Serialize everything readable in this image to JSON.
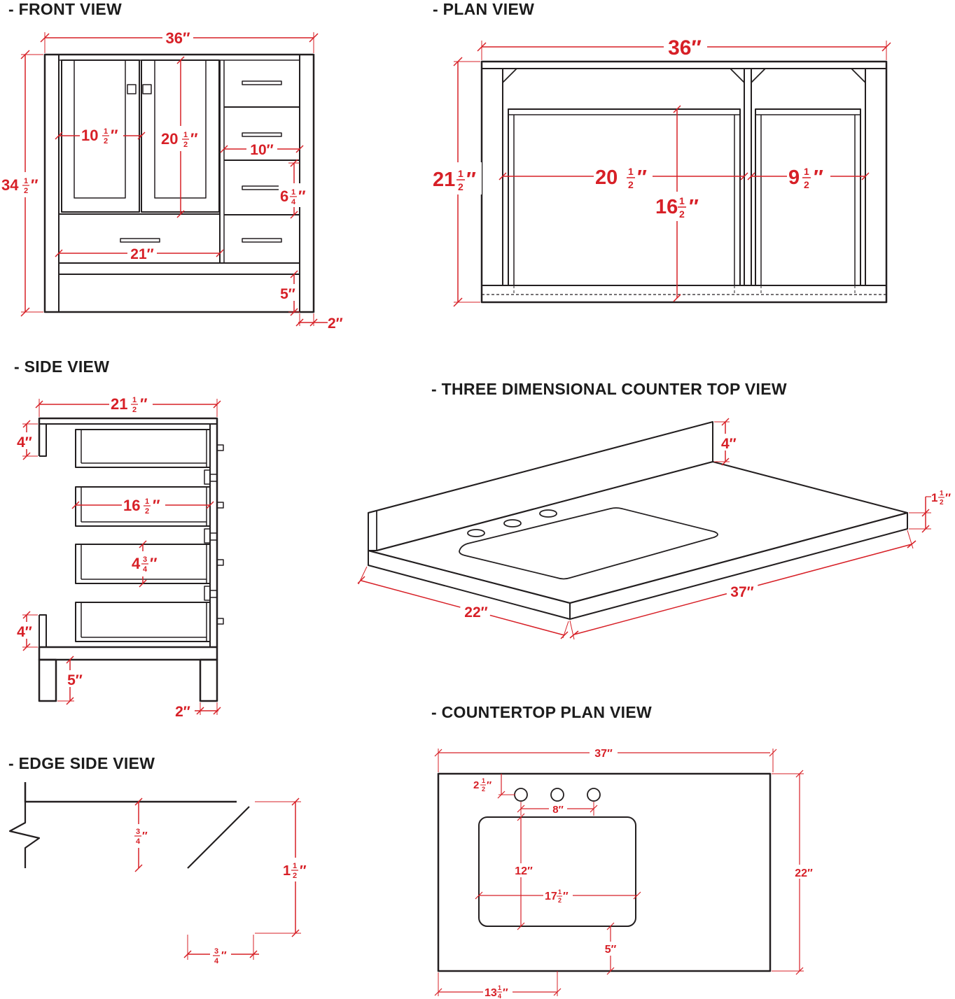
{
  "headings": {
    "front": "- FRONT VIEW",
    "plan": "- PLAN VIEW",
    "side": "- SIDE VIEW",
    "threed": "- THREE DIMENSIONAL COUNTER TOP VIEW",
    "ctplan": "- COUNTERTOP PLAN VIEW",
    "edge": "- EDGE SIDE VIEW"
  },
  "front": {
    "width": "36″",
    "height_w": "34",
    "height_f": "1",
    "height_d": "2",
    "door_w": "10",
    "door_w_f": "1",
    "door_w_d": "2",
    "door_h": "20",
    "door_h_f": "1",
    "door_h_d": "2",
    "drawer_w": "10″",
    "drawer_h": "6",
    "drawer_h_f": "1",
    "drawer_h_d": "4",
    "bottom_drawer_w": "21″",
    "leg_h": "5″",
    "leg_w": "2″"
  },
  "plan": {
    "width": "36″",
    "depth_w": "21",
    "depth_f": "1",
    "depth_d": "2",
    "left_w": "20",
    "left_f": "1",
    "left_d": "2",
    "inner_d": "16",
    "inner_f": "1",
    "inner_dd": "2",
    "right_w": "9",
    "right_f": "1",
    "right_d": "2"
  },
  "side": {
    "depth_w": "21",
    "depth_f": "1",
    "depth_d": "2",
    "top_rail": "4″",
    "drawer_depth_w": "16",
    "drawer_depth_f": "1",
    "drawer_depth_d": "2",
    "drawer_h_w": "4",
    "drawer_h_f": "3",
    "drawer_h_d": "4",
    "bottom_rail": "4″",
    "leg_h": "5″",
    "leg_w": "2″"
  },
  "threed": {
    "backsplash": "4″",
    "thick_w": "1",
    "thick_f": "1",
    "thick_d": "2",
    "length": "37″",
    "depth": "22″"
  },
  "ctplan": {
    "length": "37″",
    "depth": "22″",
    "hole_offset_w": "2",
    "hole_offset_f": "1",
    "hole_offset_d": "2",
    "hole_spacing": "8″",
    "sink_depth": "12″",
    "sink_w": "17",
    "sink_w_f": "1",
    "sink_w_d": "2",
    "front_gap": "5″",
    "side_w": "13",
    "side_f": "1",
    "side_d": "4"
  },
  "edge": {
    "thick_f": "3",
    "thick_d": "4",
    "total_w": "1",
    "total_f": "1",
    "total_d": "2",
    "lip_f": "3",
    "lip_d": "4"
  }
}
